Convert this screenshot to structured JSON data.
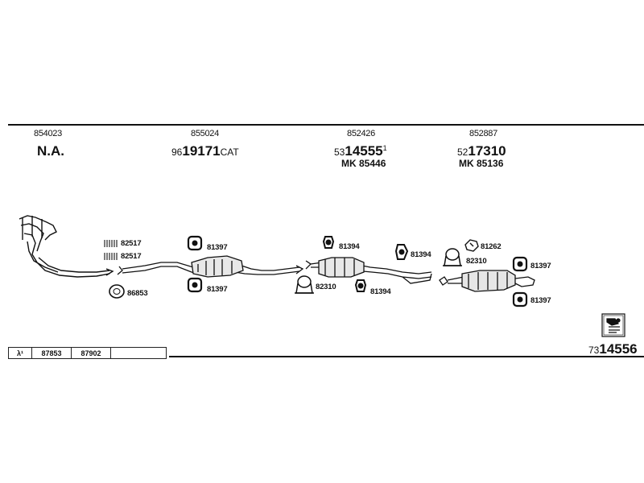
{
  "columns": [
    {
      "id": "c1",
      "number": "854023",
      "code_bold": "N.A.",
      "code_prefix": "",
      "code_suffix": "",
      "code_sup": "",
      "mk": ""
    },
    {
      "id": "c2",
      "number": "855024",
      "code_prefix": "96",
      "code_bold": "19171",
      "code_suffix": "CAT",
      "code_sup": "",
      "mk": ""
    },
    {
      "id": "c3",
      "number": "852426",
      "code_prefix": "53",
      "code_bold": "14555",
      "code_suffix": "",
      "code_sup": "1",
      "mk": "MK  85446"
    },
    {
      "id": "c4",
      "number": "852887",
      "code_prefix": "52",
      "code_bold": "17310",
      "code_suffix": "",
      "code_sup": "",
      "mk": "MK  85136"
    }
  ],
  "parts": {
    "p82517a": "82517",
    "p82517b": "82517",
    "p86853": "86853",
    "p81397a": "81397",
    "p81397b": "81397",
    "p81394a": "81394",
    "p82310a": "82310",
    "p81394b": "81394",
    "p81394c": "81394",
    "p81262": "81262",
    "p82310b": "82310",
    "p81397c": "81397",
    "p81397d": "81397"
  },
  "footer": {
    "lambda": "λ¹",
    "cells": [
      "87853",
      "87902",
      ""
    ]
  },
  "diagram_number": {
    "prefix": "73",
    "bold": "14556"
  },
  "icons": {
    "book": "catalog-book-icon"
  }
}
